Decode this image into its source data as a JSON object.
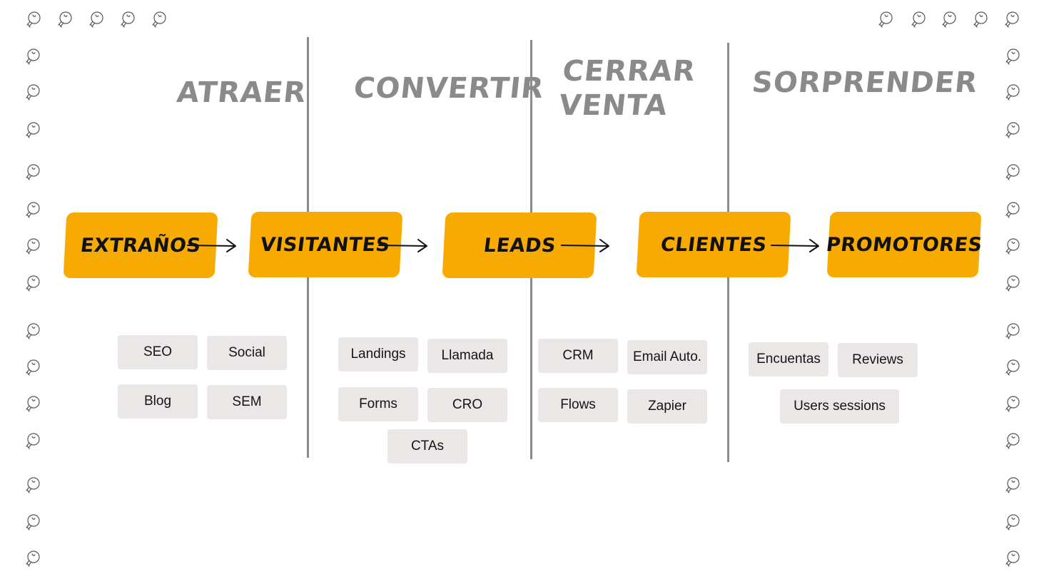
{
  "stages": [
    "ATRAER",
    "CONVERTIR",
    "CERRAR\nVENTA",
    "SORPRENDER"
  ],
  "steps": [
    "EXTRAÑOS",
    "VISITANTES",
    "LEADS",
    "CLIENTES",
    "PROMOTORES"
  ],
  "tags": {
    "atraer": [
      "SEO",
      "Social",
      "Blog",
      "SEM"
    ],
    "convertir": [
      "Landings",
      "Llamada",
      "Forms",
      "CRO",
      "CTAs"
    ],
    "cerrar": [
      "CRM",
      "Email Auto.",
      "Flows",
      "Zapier"
    ],
    "sorprender": [
      "Encuentas",
      "Reviews",
      "Users sessions"
    ]
  },
  "colors": {
    "step_fill": "#f7ab02",
    "tag_fill": "#ece7e7",
    "divider": "#8c8c8c",
    "stage_text": "#8a8a8a"
  },
  "icons": {
    "border": "lightbulb-icon",
    "connector": "arrow-right-icon"
  }
}
